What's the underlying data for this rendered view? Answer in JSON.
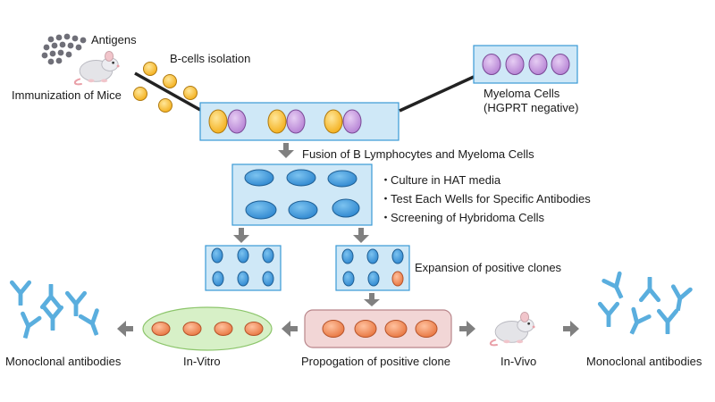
{
  "labels": {
    "antigens": "Antigens",
    "immunization": "Immunization of Mice",
    "b_cells_isolation": "B-cells isolation",
    "myeloma_line1": "Myeloma Cells",
    "myeloma_line2": "(HGPRT negative)",
    "fusion": "Fusion of B Lymphocytes and Myeloma Cells",
    "expansion": "Expansion of positive clones",
    "in_vitro": "In-Vitro",
    "propagation": "Propogation of positive clone",
    "in_vivo": "In-Vivo",
    "mab_left": "Monoclonal antibodies",
    "mab_right": "Monoclonal antibodies"
  },
  "culture_steps": [
    "Culture in HAT media",
    "Test Each Wells for Specific Antibodies",
    "Screening of Hybridoma Cells"
  ],
  "bullet": "・",
  "colors": {
    "panel_fill": "#cfe8f7",
    "panel_stroke": "#3a9ad6",
    "bcell": "#f7b82b",
    "bcell_stroke": "#b07a10",
    "myeloma": "#c79be0",
    "myeloma_stroke": "#7a4a96",
    "hybridoma": "#3b95d9",
    "hybridoma_stroke": "#1f5f94",
    "positive": "#ef8a57",
    "positive_stroke": "#b5532a",
    "invitro_fill": "#d7f0c7",
    "invitro_stroke": "#8cc56b",
    "propagation_fill": "#f2d6d6",
    "propagation_stroke": "#b8858a",
    "antibody": "#5aaede",
    "arrow": "#808080",
    "antigen_dot": "#6f6f78"
  },
  "icons": [
    "mouse-icon",
    "antigen-dots-icon",
    "antibody-icon",
    "arrow-down-icon",
    "arrow-left-icon",
    "arrow-right-icon"
  ]
}
